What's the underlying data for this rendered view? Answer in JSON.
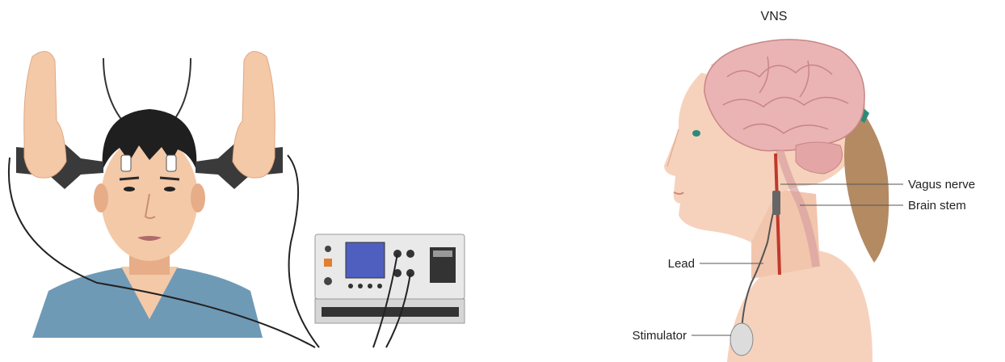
{
  "vns_panel": {
    "title": "VNS",
    "labels": {
      "vagus_nerve": "Vagus nerve",
      "brain_stem": "Brain stem",
      "lead": "Lead",
      "stimulator": "Stimulator"
    }
  },
  "colors": {
    "skin": "#f4c9a8",
    "skin_shade": "#e6ad88",
    "hair_black": "#1f1f1f",
    "shirt": "#6f9ab6",
    "electrode_dark": "#3a3a3a",
    "device_body": "#e9e9e9",
    "device_screen": "#4f5fbf",
    "brain": "#eab4b4",
    "brain_fold": "#c98585",
    "ponytail": "#b38a62",
    "nerve": "#c0392b",
    "stimulator": "#dcdcdc"
  },
  "icons": {
    "electrode_headset": "ect-electrode-headset",
    "stimulator_device": "ect-control-unit",
    "implant": "vns-pulse-generator"
  }
}
